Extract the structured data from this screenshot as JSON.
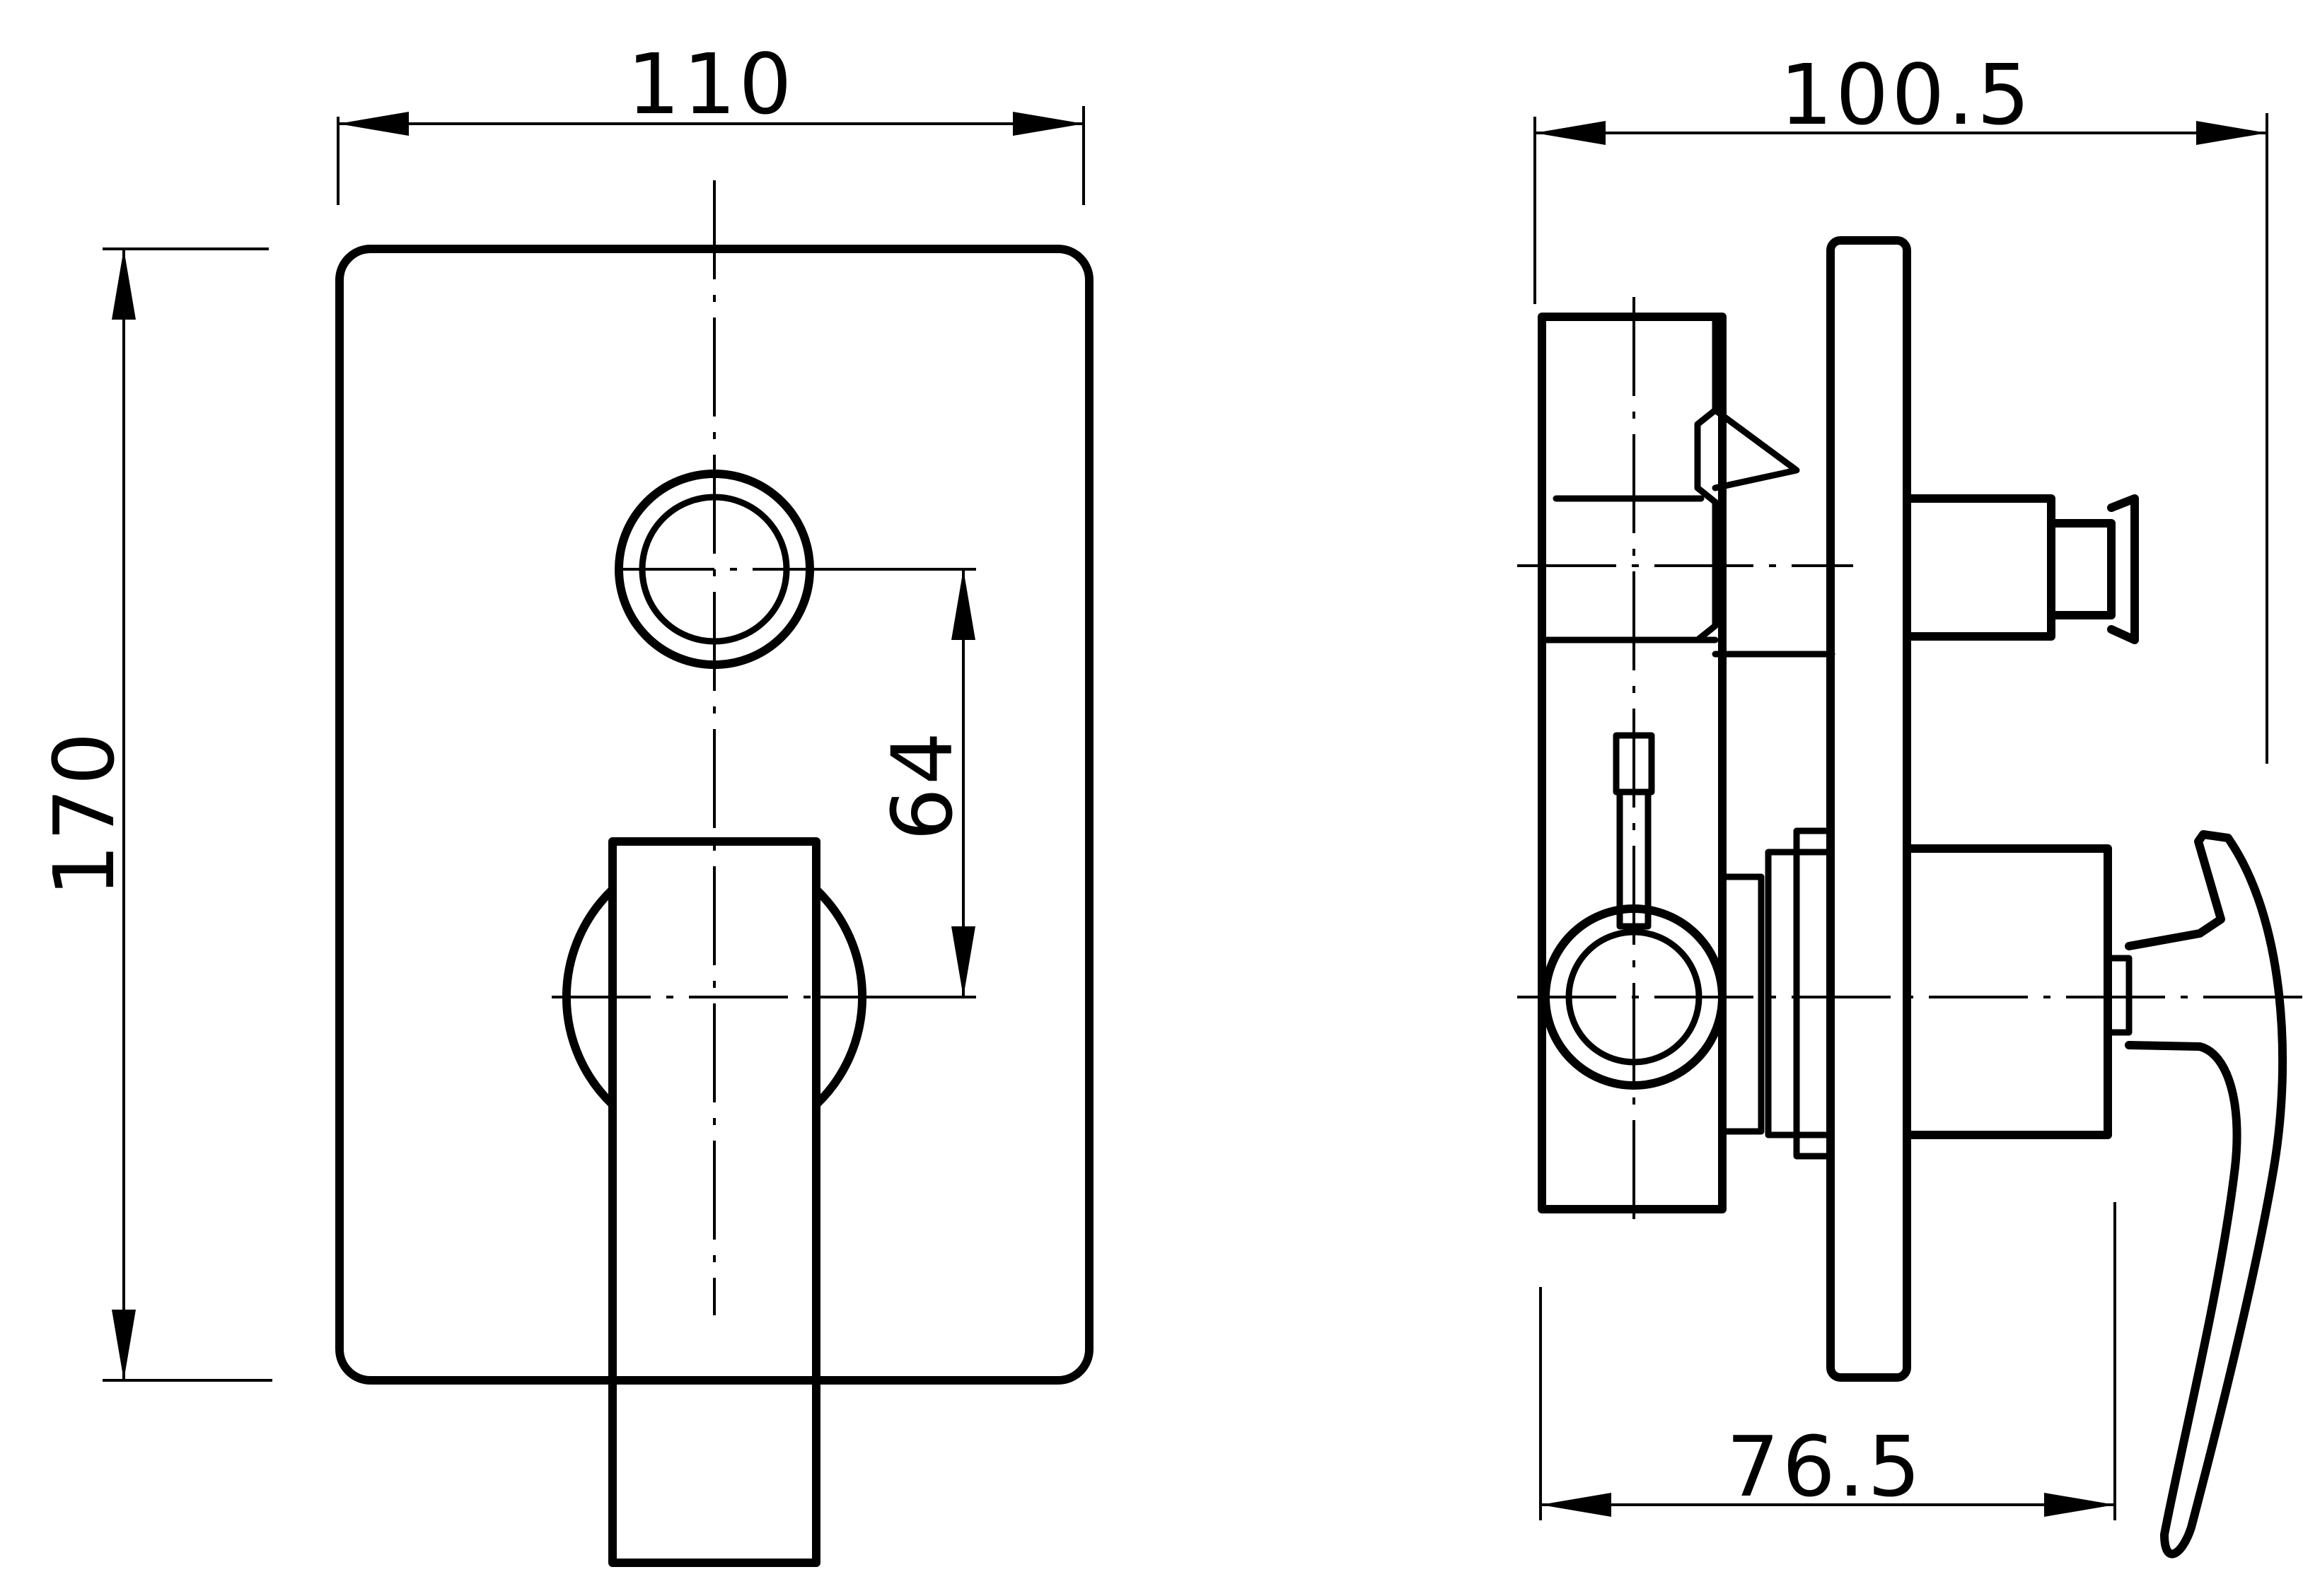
{
  "drawing": {
    "subject": "concealed shower mixer with diverter - front and side views",
    "units": "mm"
  },
  "front_view": {
    "dimensions": {
      "width": "110",
      "height": "170",
      "centre_distance": "64"
    }
  },
  "side_view": {
    "dimensions": {
      "overall_depth": "100.5",
      "body_depth": "76.5"
    }
  }
}
